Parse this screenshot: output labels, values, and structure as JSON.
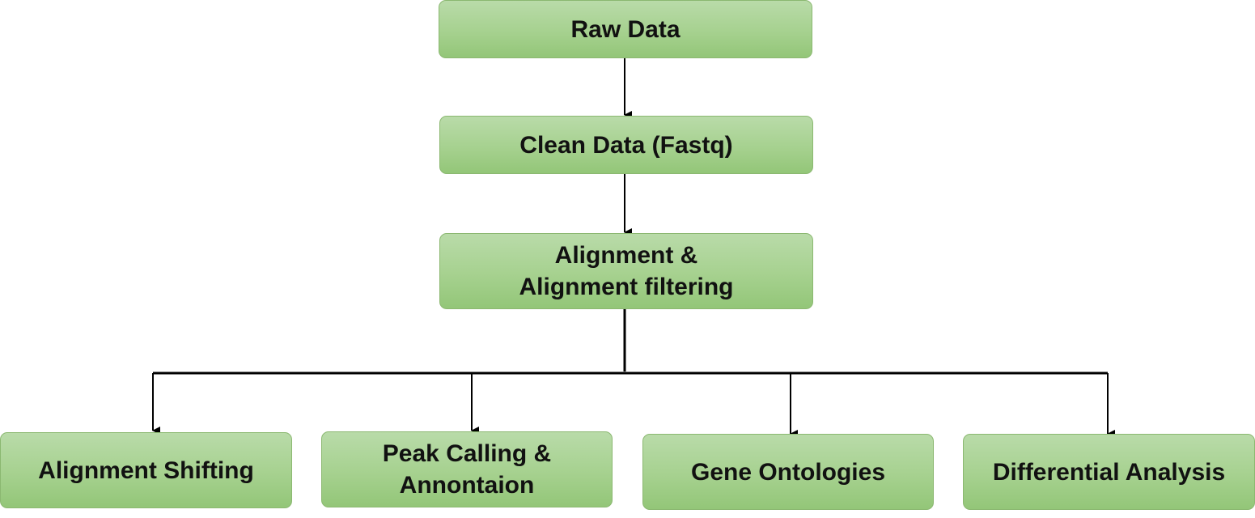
{
  "nodes": {
    "raw_data": "Raw Data",
    "clean_data": "Clean Data (Fastq)",
    "alignment": "Alignment & Alignment filtering",
    "alignment_shifting": "Alignment Shifting",
    "peak_calling": "Peak Calling & Annontaion",
    "gene_ontologies": "Gene Ontologies",
    "differential_analysis": "Differential Analysis"
  },
  "colors": {
    "node_fill_top": "#b9dba9",
    "node_fill_bottom": "#93c678",
    "node_border": "#8bb871",
    "connector": "#000000"
  }
}
